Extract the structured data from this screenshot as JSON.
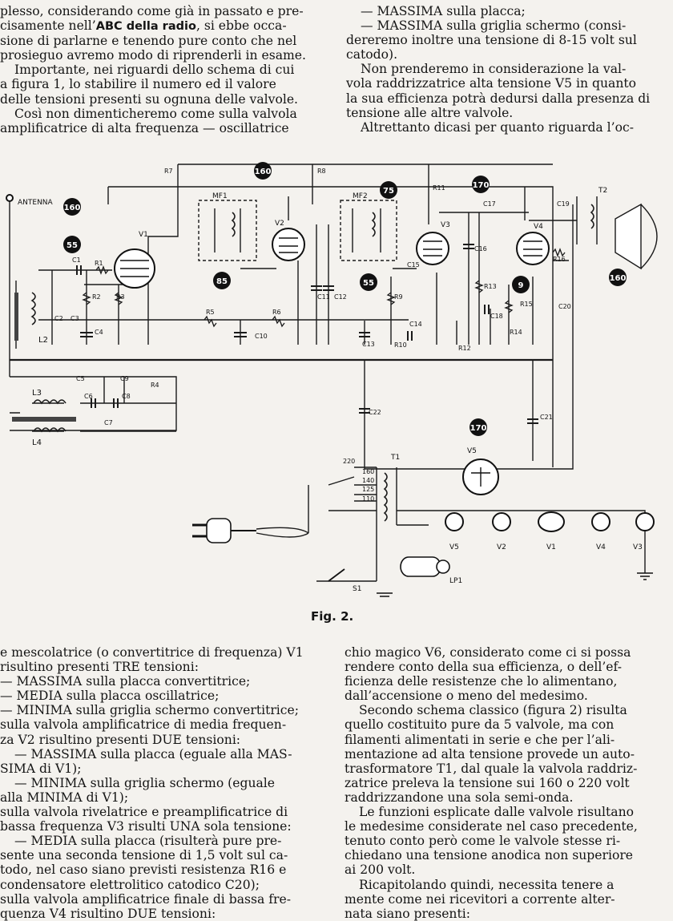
{
  "top_left": {
    "lines": [
      "plesso, considerando come già in passato e pre-",
      "cisamente nell’",
      "ABC della radio",
      ", si ebbe occa-",
      "sione di parlarne e tenendo pure conto che nel",
      "prosieguo avremo modo di riprenderli in esame.",
      "Importante, nei riguardi dello schema di cui",
      "a figura 1, lo stabilire il numero ed il valore",
      "delle tensioni presenti su ognuna delle valvole.",
      "Così non dimenticheremo come sulla valvola",
      "amplificatrice di alta frequenza — oscillatrice"
    ]
  },
  "top_right": {
    "lines": [
      "— MASSIMA sulla placca;",
      "— MASSIMA sulla griglia schermo (consi-",
      "dereremo inoltre una tensione di 8-15 volt sul",
      "catodo).",
      "Non prenderemo in considerazione la val-",
      "vola raddrizzatrice alta tensione V5 in quanto",
      "la sua efficienza potrà dedursi dalla presenza di",
      "tensione alle altre valvole.",
      "Altrettanto dicasi per quanto riguarda l’oc-"
    ]
  },
  "schematic": {
    "labels": {
      "antenna": "ANTENNA",
      "mf1": "MF1",
      "mf2": "MF2",
      "t2": "T2",
      "t1": "T1",
      "l2": "L2",
      "l3": "L3",
      "l4": "L4",
      "c1": "C1",
      "c2": "C2",
      "c3": "C3",
      "c4": "C4",
      "c5": "C5",
      "c6": "C6",
      "c7": "C7",
      "c8": "C8",
      "c9": "C9",
      "c10": "C10",
      "c11": "C11",
      "c12": "C12",
      "c13": "C13",
      "c14": "C14",
      "c15": "C15",
      "c16": "C16",
      "c17": "C17",
      "c18": "C18",
      "c19": "C19",
      "c20": "C20",
      "c21": "C21",
      "c22": "C22",
      "r1": "R1",
      "r2": "R2",
      "r3": "R3",
      "r4": "R4",
      "r5": "R5",
      "r6": "R6",
      "r7": "R7",
      "r8": "R8",
      "r9": "R9",
      "r10": "R10",
      "r11": "R11",
      "r12": "R12",
      "r13": "R13",
      "r14": "R14",
      "r15": "R15",
      "r16": "R16",
      "s1": "S1",
      "lp1": "LP1",
      "v1": "V1",
      "v2": "V2",
      "v3": "V3",
      "v4": "V4",
      "v5": "V5",
      "tap220": "220",
      "tap160": "160",
      "tap140": "140",
      "tap125": "125",
      "tap110": "110"
    },
    "badges": {
      "b160a": "160",
      "b55a": "55",
      "b160b": "160",
      "b85": "85",
      "b75": "75",
      "b55b": "55",
      "b170a": "170",
      "b9": "9",
      "b160c": "160",
      "b170b": "170"
    },
    "heater_chain": [
      "V5",
      "V2",
      "V1",
      "V4",
      "V3"
    ],
    "caption_prefix": "Fig.",
    "caption_number": "2."
  },
  "bottom_left": {
    "lines": [
      "e mescolatrice (o convertitrice di frequenza) V1",
      "risultino presenti TRE tensioni:",
      "— MASSIMA sulla placca convertitrice;",
      "— MEDIA sulla placca oscillatrice;",
      "— MINIMA sulla griglia schermo convertitrice;",
      "sulla valvola amplificatrice di media frequen-",
      "za V2 risultino presenti DUE tensioni:",
      "— MASSIMA sulla placca (eguale alla MAS-",
      "SIMA di V1);",
      "— MINIMA sulla griglia schermo (eguale",
      "alla MINIMA di V1);",
      "sulla valvola rivelatrice e preamplificatrice di",
      "bassa frequenza V3 risulti UNA sola tensione:",
      "— MEDIA sulla placca (risulterà pure pre-",
      "sente una seconda tensione di 1,5 volt sul ca-",
      "todo, nel caso siano previsti resistenza R16 e",
      "condensatore elettrolitico catodico C20);",
      "sulla valvola amplificatrice finale di bassa fre-",
      "quenza V4 risultino DUE tensioni:"
    ]
  },
  "bottom_right": {
    "lines": [
      "chio magico V6, considerato come ci si possa",
      "rendere conto della sua efficienza, o dell’ef-",
      "ficienza delle resistenze che lo alimentano,",
      "dall’accensione o meno del medesimo.",
      "Secondo schema classico (figura 2) risulta",
      "quello costituito pure da 5 valvole, ma con",
      "filamenti alimentati in serie e che per l’ali-",
      "mentazione ad alta tensione provede un auto-",
      "trasformatore T1, dal quale la valvola raddriz-",
      "zatrice preleva la tensione sui 160 o 220 volt",
      "raddrizzandone una sola semi-onda.",
      "Le funzioni esplicate dalle valvole risultano",
      "le medesime considerate nel caso precedente,",
      "tenuto conto però come le valvole stesse ri-",
      "chiedano una tensione anodica non superiore",
      "ai 200 volt.",
      "Ricapitolando quindi, necessita tenere a",
      "mente come nei ricevitori a corrente alter-",
      "nata siano presenti:"
    ]
  }
}
